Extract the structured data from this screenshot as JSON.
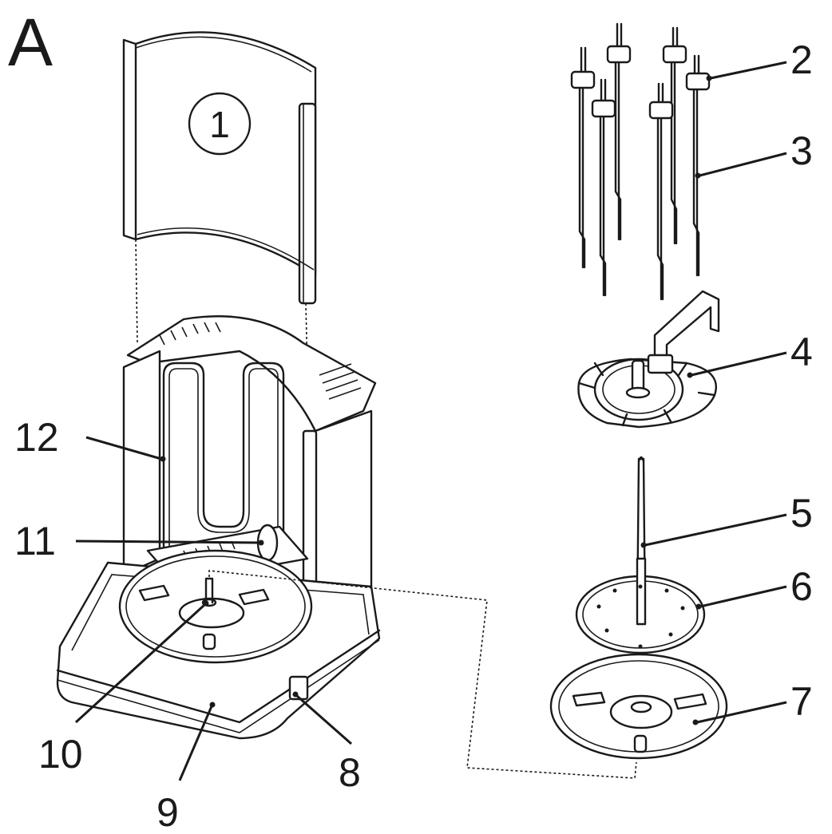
{
  "figure": {
    "panel_letter": "A",
    "circled_label": "1",
    "callouts": [
      "2",
      "3",
      "4",
      "5",
      "6",
      "7",
      "8",
      "9",
      "10",
      "11",
      "12"
    ]
  }
}
